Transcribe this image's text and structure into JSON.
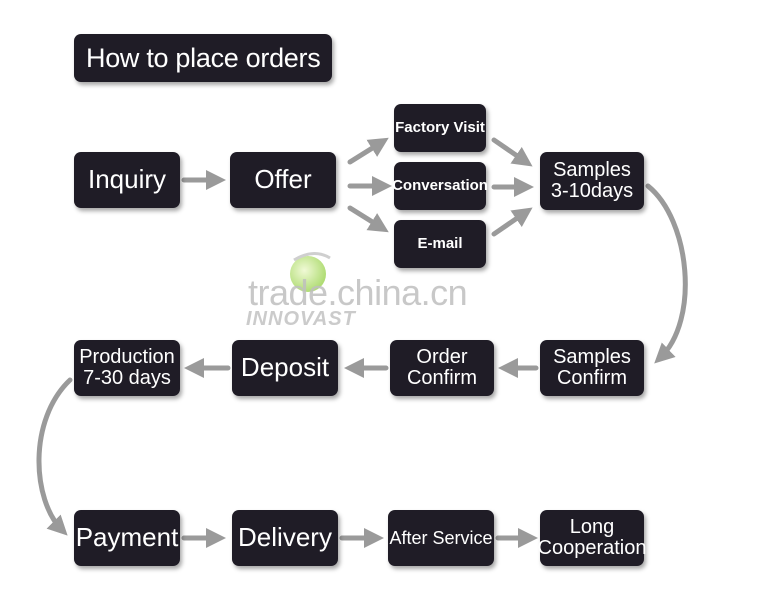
{
  "title": "How to place orders",
  "nodes": {
    "inquiry": "Inquiry",
    "offer": "Offer",
    "factory_visit": "Factory Visit",
    "conversation": "Conversation",
    "email": "E-mail",
    "samples": "Samples\n3-10days",
    "samples_confirm": "Samples\nConfirm",
    "order_confirm": "Order\nConfirm",
    "deposit": "Deposit",
    "production": "Production\n7-30 days",
    "payment": "Payment",
    "delivery": "Delivery",
    "after_service": "After Service",
    "long_cooperation": "Long\nCooperation"
  },
  "watermark": {
    "site": "trade.china.cn",
    "brand": "INNOVAST"
  },
  "colors": {
    "box": "#1f1c26",
    "arrow": "#9a9a9a",
    "text": "#ffffff"
  }
}
